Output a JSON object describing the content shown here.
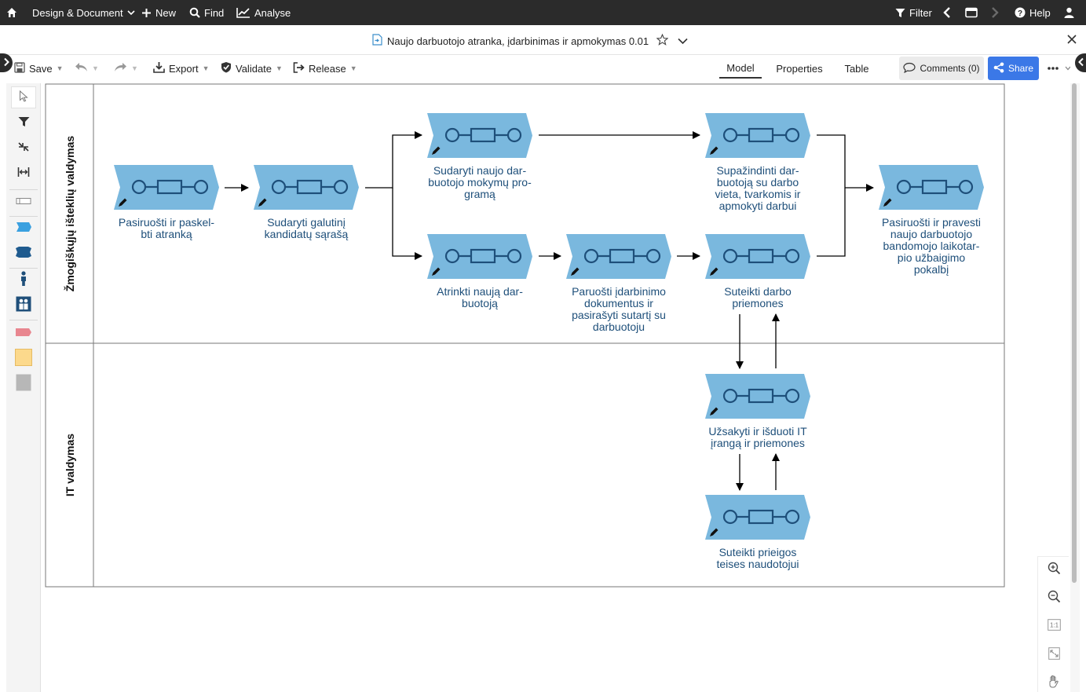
{
  "topnav": {
    "home_icon": "home-icon",
    "design_document_label": "Design & Document",
    "new_label": "New",
    "find_label": "Find",
    "analyse_label": "Analyse",
    "filter_label": "Filter",
    "help_label": "Help"
  },
  "titlebar": {
    "document_title": "Naujo darbuotojo atranka, įdarbinimas ir apmokymas 0.01"
  },
  "toolbar": {
    "save_label": "Save",
    "export_label": "Export",
    "validate_label": "Validate",
    "release_label": "Release",
    "tabs": [
      {
        "label": "Model",
        "active": true
      },
      {
        "label": "Properties",
        "active": false
      },
      {
        "label": "Table",
        "active": false
      }
    ],
    "comments_label": "Comments (0)",
    "share_label": "Share"
  },
  "colors": {
    "topbar_bg": "#2b2b2b",
    "process_fill": "#7ab8de",
    "process_symbol": "#1e4f7a",
    "share_blue": "#3b78e7",
    "label_color": "#1e4f7a"
  },
  "diagram": {
    "lanes": [
      {
        "label": "Žmogiškųjų išteklių valdymas"
      },
      {
        "label": "IT valdymas"
      }
    ],
    "nodes": [
      {
        "id": "n1",
        "lines": [
          "Pasiruošti ir paskel-",
          "bti atranką"
        ]
      },
      {
        "id": "n2",
        "lines": [
          "Sudaryti galutinį",
          "kandidatų sąrašą"
        ]
      },
      {
        "id": "n3",
        "lines": [
          "Sudaryti naujo dar-",
          "buotojo mokymų pro-",
          "gramą"
        ]
      },
      {
        "id": "n4",
        "lines": [
          "Supažindinti dar-",
          "buotoją su darbo",
          "vieta, tvarkomis ir",
          "apmokyti darbui"
        ]
      },
      {
        "id": "n5",
        "lines": [
          "Pasiruošti ir pravesti",
          "naujo darbuotojo",
          "bandomojo laikotar-",
          "pio užbaigimo",
          "pokalbį"
        ]
      },
      {
        "id": "n6",
        "lines": [
          "Atrinkti naują dar-",
          "buotoją"
        ]
      },
      {
        "id": "n7",
        "lines": [
          "Paruošti įdarbinimo",
          "dokumentus ir",
          "pasirašyti sutartį su",
          "darbuotoju"
        ]
      },
      {
        "id": "n8",
        "lines": [
          "Suteikti darbo",
          "priemones"
        ]
      },
      {
        "id": "n9",
        "lines": [
          "Užsakyti ir išduoti IT",
          "įrangą ir priemones"
        ]
      },
      {
        "id": "n10",
        "lines": [
          "Suteikti prieigos",
          "teises naudotojui"
        ]
      }
    ]
  }
}
